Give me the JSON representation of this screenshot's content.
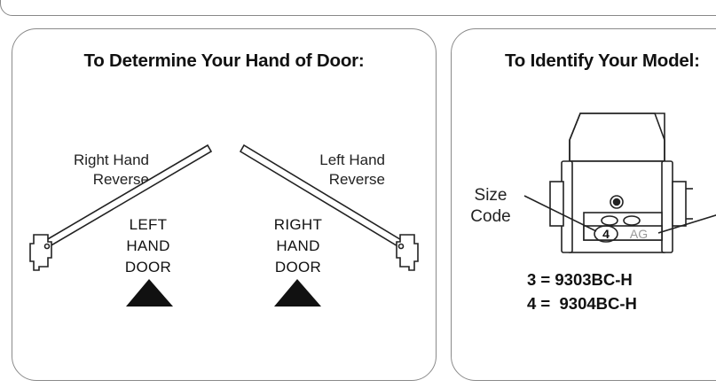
{
  "hand_panel": {
    "title": "To Determine Your Hand of Door:",
    "right_hand_reverse": [
      "Right Hand",
      "Reverse"
    ],
    "left_hand_reverse": [
      "Left Hand",
      "Reverse"
    ],
    "left_hand_door": [
      "LEFT",
      "HAND",
      "DOOR"
    ],
    "right_hand_door": [
      "RIGHT",
      "HAND",
      "DOOR"
    ]
  },
  "model_panel": {
    "title": "To Identify Your Model:",
    "size_code_label": [
      "Size",
      "Code"
    ],
    "stamp_size": "4",
    "stamp_ag": "AG",
    "model_codes": [
      "3 = 9303BC-H",
      "4 =  9304BC-H"
    ]
  }
}
